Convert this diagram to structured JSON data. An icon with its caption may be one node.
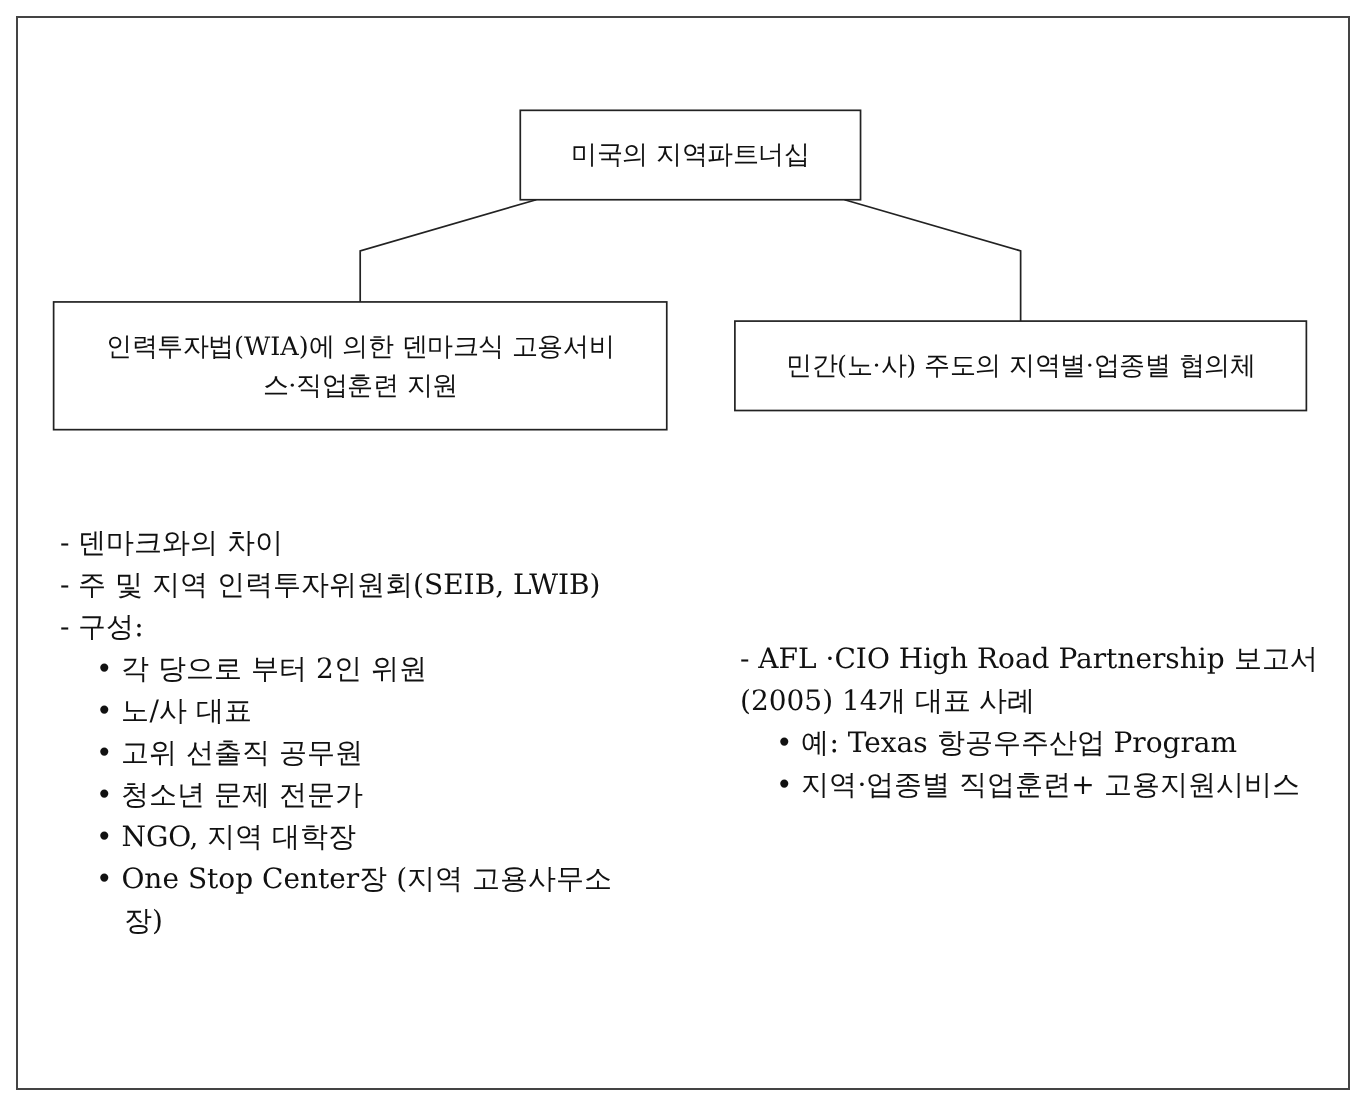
{
  "diagram": {
    "nodes": [
      {
        "text": [
          "미국의 지역파트너십"
        ]
      },
      {
        "text": [
          "인력투자법(WIA)에 의한 덴마크식 고용서비스·직업훈련 지원"
        ]
      },
      {
        "text": [
          "민간(노·사) 주도의 지역별·업종별 협의체"
        ]
      }
    ],
    "edges": [
      {
        "from": 0,
        "to": 1,
        "arrow": "none"
      },
      {
        "from": 0,
        "to": 2,
        "arrow": "none"
      }
    ],
    "labels": [
      "- 덴마크와의 차이",
      "- 주 및 지역 인력투자위원회(SEIB, LWIB)",
      "- 구성:",
      "• 각 당으로 부터 2인 위원",
      "• 노/사 대표",
      "• 고위 선출직 공무원",
      "• 청소년 문제 전문가",
      "• NGO, 지역 대학장",
      "• One Stop Center장 (지역 고용사무소장)",
      "- AFL ·CIO High Road Partnership 보고서(2005) 14개 대표 사례",
      "• 예: Texas 항공우주산업 Program",
      "• 지역·업종별 직업훈련+ 고용지원시비스"
    ]
  }
}
